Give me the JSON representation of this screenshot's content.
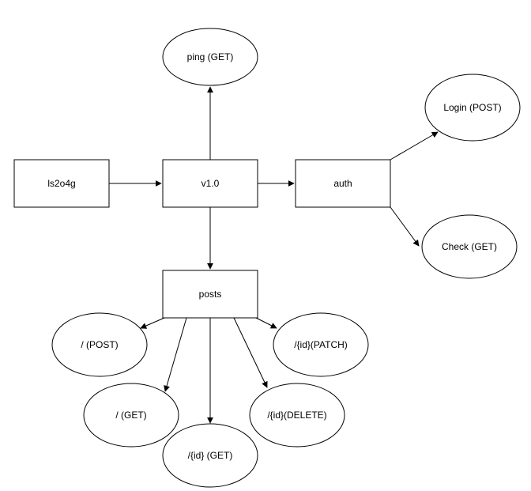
{
  "nodes": {
    "root": "ls2o4g",
    "version": "v1.0",
    "auth": "auth",
    "posts": "posts",
    "ping": "ping (GET)",
    "login": "Login (POST)",
    "check": "Check (GET)",
    "post_create": "/ (POST)",
    "post_list": "/ (GET)",
    "post_get": "/{id} (GET)",
    "post_delete": "/{id}(DELETE)",
    "post_patch": "/{id}(PATCH)"
  },
  "colors": {
    "stroke": "#000000",
    "fill": "#ffffff"
  }
}
